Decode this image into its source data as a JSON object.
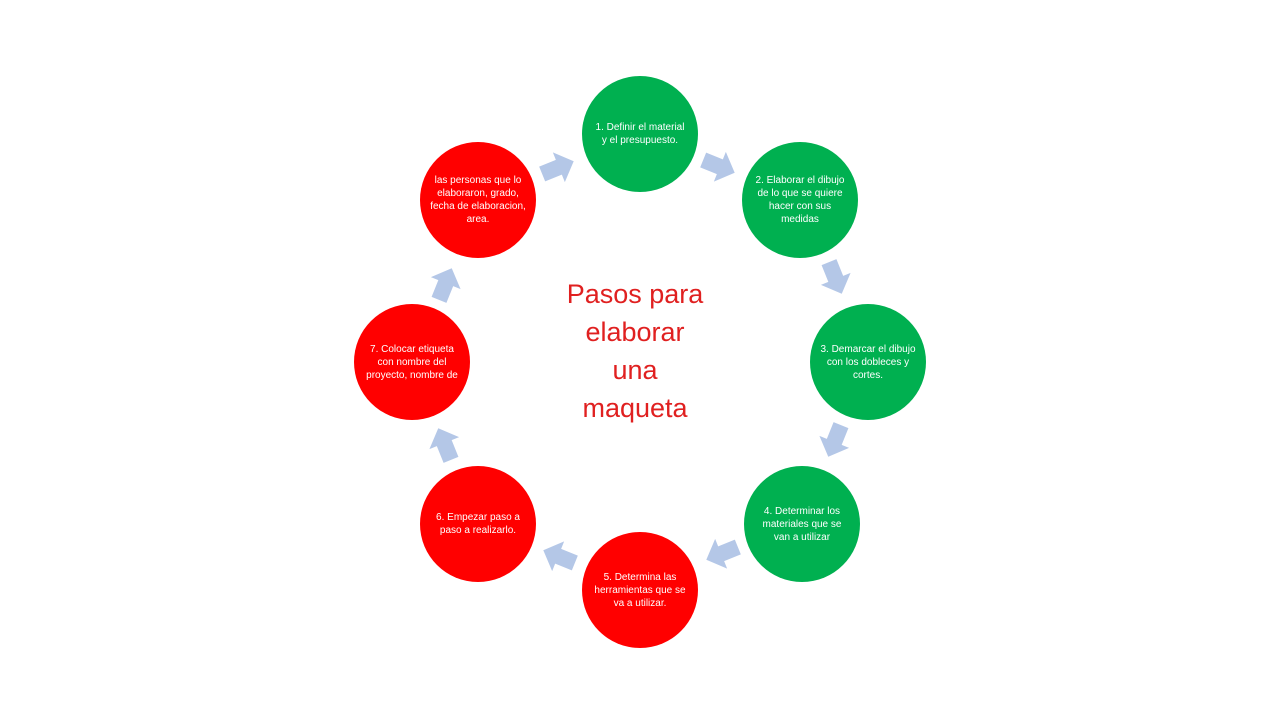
{
  "title": "Pasos para\nelaborar\nuna\nmaqueta",
  "colors": {
    "green": "#00b050",
    "red": "#ff0000",
    "arrow": "#b4c7e7",
    "title": "#e02020"
  },
  "steps": [
    {
      "text": "1. Definir el material y el presupuesto.",
      "color": "green"
    },
    {
      "text": "2. Elaborar el dibujo de lo que se quiere hacer con sus medidas",
      "color": "green"
    },
    {
      "text": "3. Demarcar el dibujo con los dobleces y cortes.",
      "color": "green"
    },
    {
      "text": "4. Determinar los materiales que se van a utilizar",
      "color": "green"
    },
    {
      "text": "5. Determina las herramientas que se va a utilizar.",
      "color": "red"
    },
    {
      "text": "6. Empezar paso a paso a realizarlo.",
      "color": "red"
    },
    {
      "text": "7. Colocar etiqueta con nombre del proyecto, nombre de",
      "color": "red"
    },
    {
      "text": "las personas que lo elaboraron, grado, fecha de elaboracion, area.",
      "color": "red"
    }
  ]
}
